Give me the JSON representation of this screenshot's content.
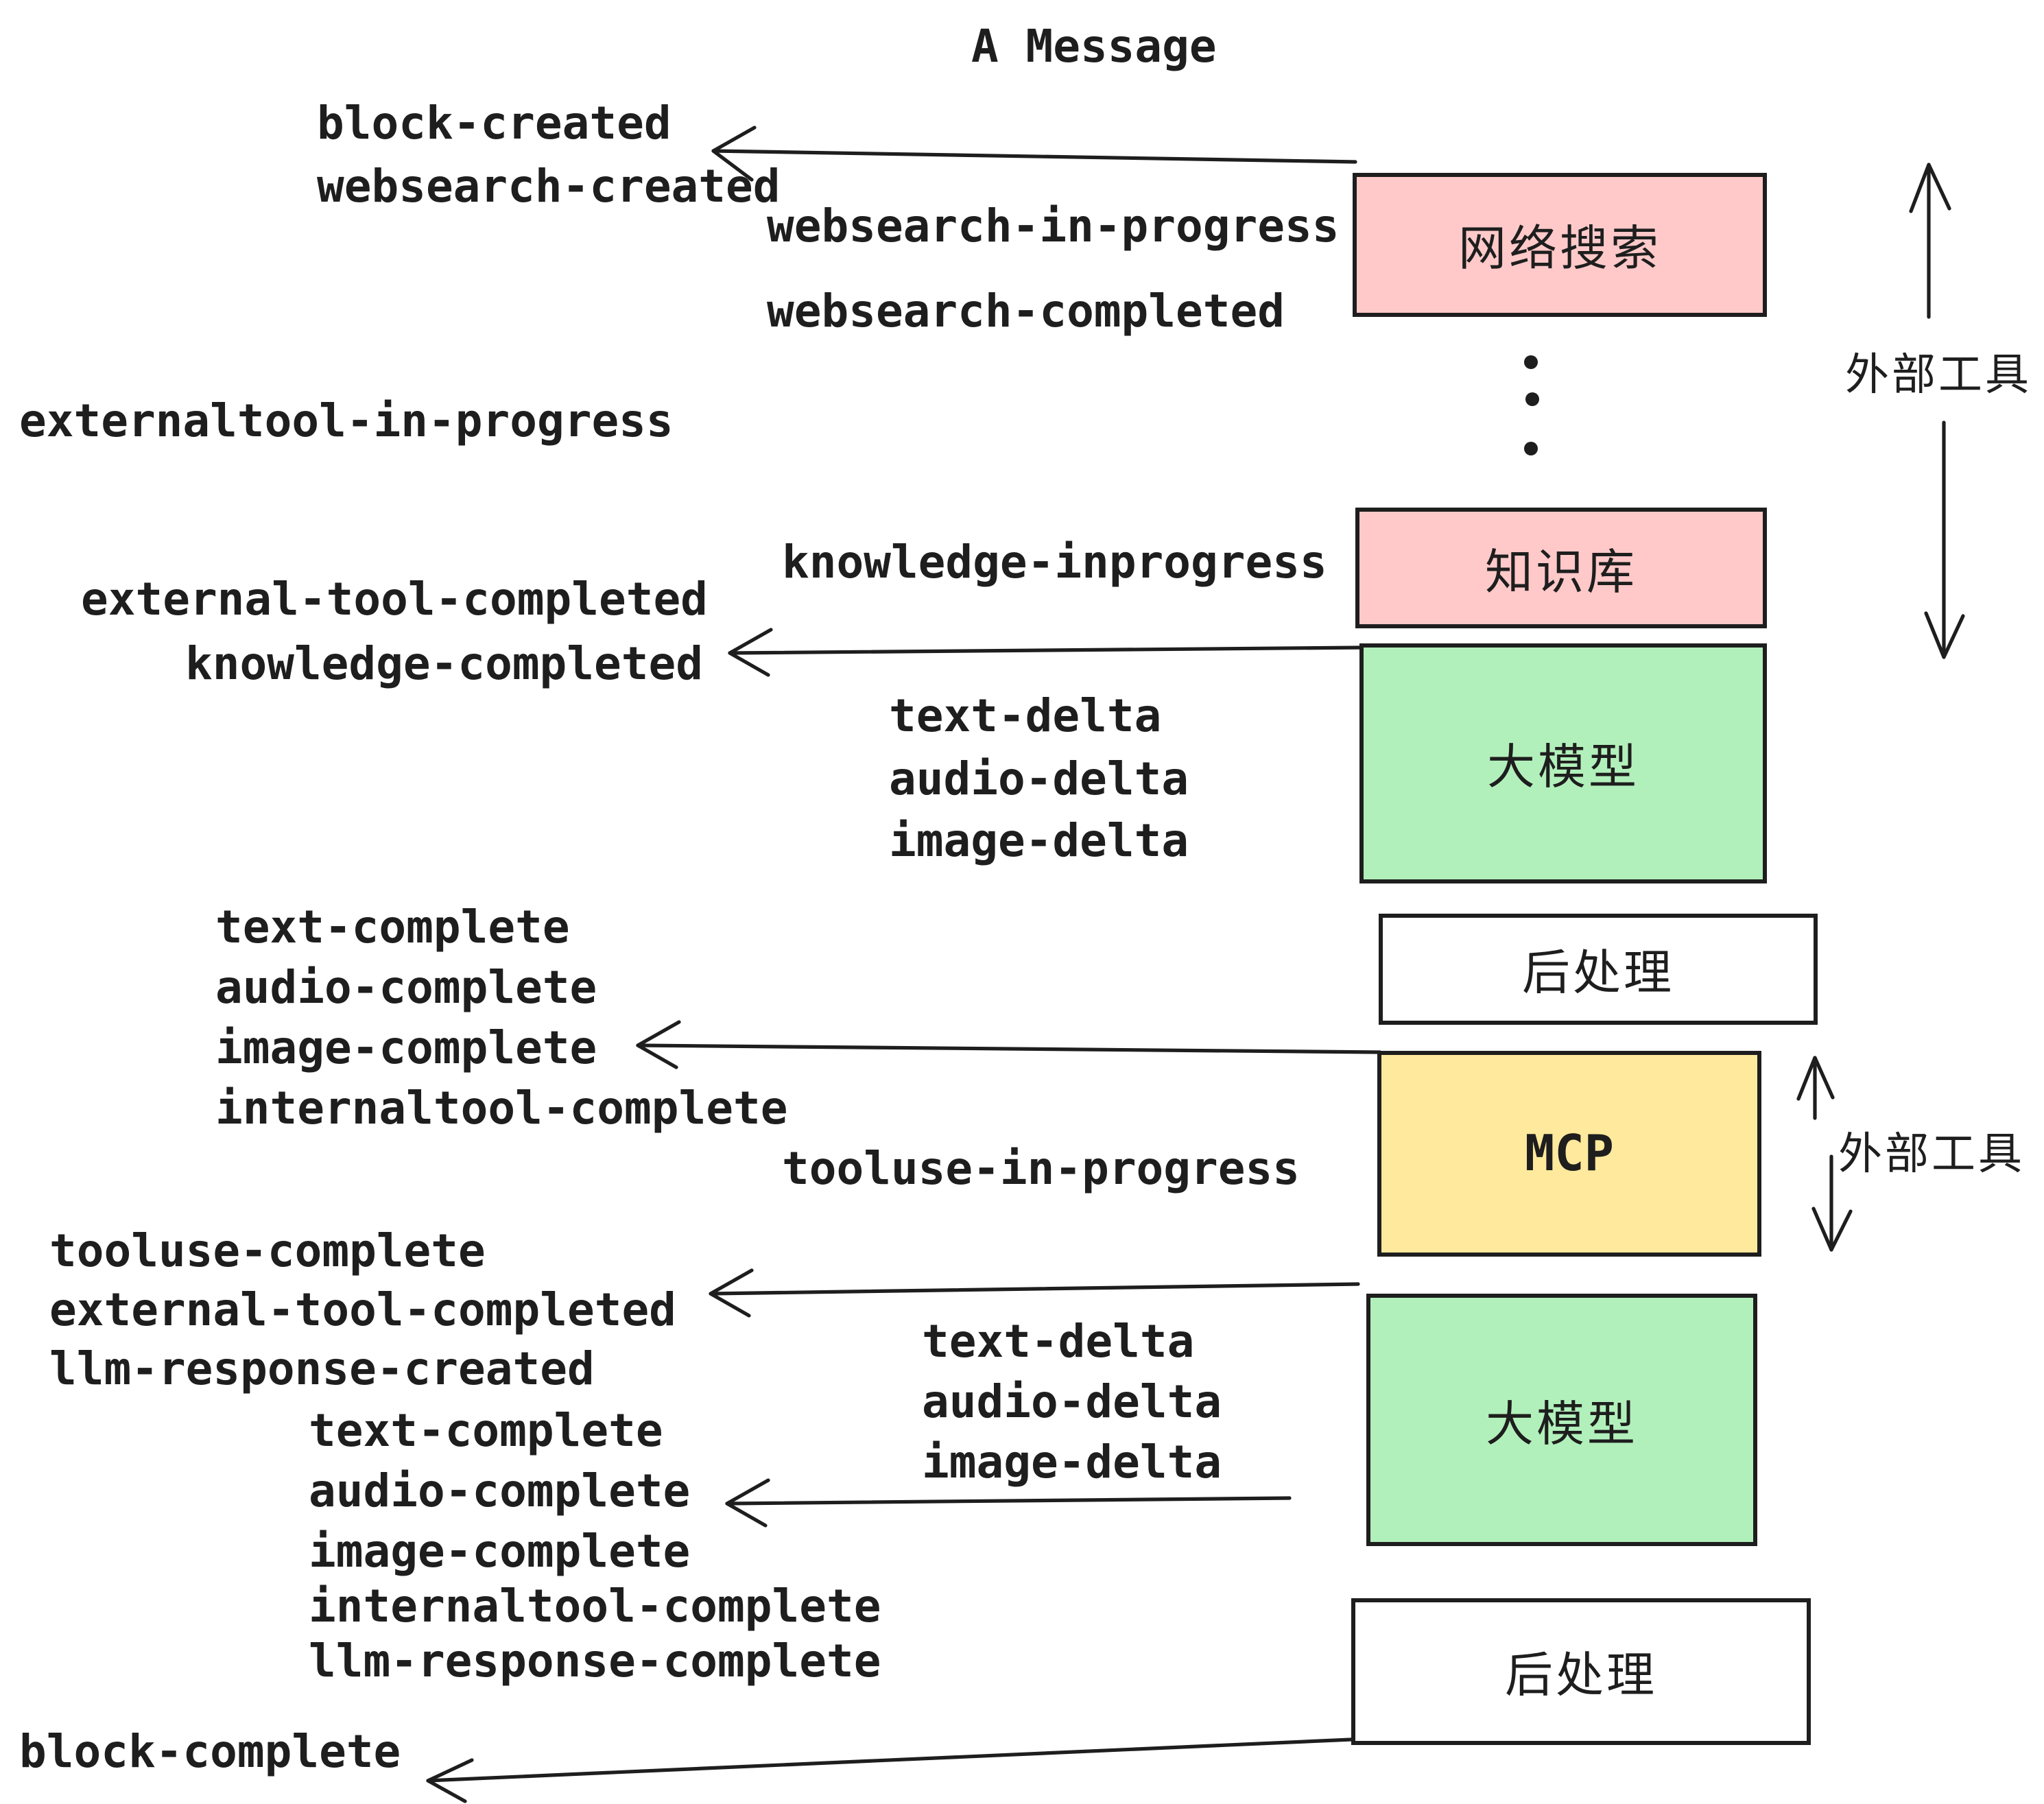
{
  "title": "A Message",
  "colors": {
    "border": "#1e1e1e",
    "arrow": "#1e1e1e",
    "pink": "#ffc9c9",
    "green": "#b2f0bb",
    "yellow": "#ffe99c",
    "white": "#ffffff"
  },
  "boxes": [
    {
      "id": "websearch",
      "label": "网络搜索",
      "fill": "#ffc9c9"
    },
    {
      "id": "knowledge",
      "label": "知识库",
      "fill": "#ffc9c9"
    },
    {
      "id": "llm-1",
      "label": "大模型",
      "fill": "#b2f0bb"
    },
    {
      "id": "postprocess-1",
      "label": "后处理",
      "fill": "#ffffff"
    },
    {
      "id": "mcp",
      "label": "MCP",
      "fill": "#ffe99c"
    },
    {
      "id": "llm-2",
      "label": "大模型",
      "fill": "#b2f0bb"
    },
    {
      "id": "postprocess-2",
      "label": "后处理",
      "fill": "#ffffff"
    }
  ],
  "side_labels": [
    {
      "id": "external-tools-top",
      "text": "外部工具"
    },
    {
      "id": "external-tools-mid",
      "text": "外部工具"
    }
  ],
  "event_labels": [
    {
      "id": "block-created",
      "text": "block-created"
    },
    {
      "id": "websearch-created",
      "text": "websearch-created"
    },
    {
      "id": "websearch-in-progress",
      "text": "websearch-in-progress"
    },
    {
      "id": "websearch-completed",
      "text": "websearch-completed"
    },
    {
      "id": "externaltool-in-progress",
      "text": "externaltool-in-progress"
    },
    {
      "id": "knowledge-inprogress",
      "text": "knowledge-inprogress"
    },
    {
      "id": "external-tool-completed-1",
      "text": "external-tool-completed"
    },
    {
      "id": "knowledge-completed",
      "text": "knowledge-completed"
    },
    {
      "id": "text-delta-1",
      "text": "text-delta"
    },
    {
      "id": "audio-delta-1",
      "text": "audio-delta"
    },
    {
      "id": "image-delta-1",
      "text": "image-delta"
    },
    {
      "id": "text-complete-1",
      "text": "text-complete"
    },
    {
      "id": "audio-complete-1",
      "text": "audio-complete"
    },
    {
      "id": "image-complete-1",
      "text": "image-complete"
    },
    {
      "id": "internaltool-complete-1",
      "text": "internaltool-complete"
    },
    {
      "id": "tooluse-in-progress",
      "text": "tooluse-in-progress"
    },
    {
      "id": "tooluse-complete",
      "text": "tooluse-complete"
    },
    {
      "id": "external-tool-completed-2",
      "text": "external-tool-completed"
    },
    {
      "id": "llm-response-created",
      "text": "llm-response-created"
    },
    {
      "id": "text-complete-2",
      "text": "text-complete"
    },
    {
      "id": "audio-complete-2",
      "text": "audio-complete"
    },
    {
      "id": "image-complete-2",
      "text": "image-complete"
    },
    {
      "id": "internaltool-complete-2",
      "text": "internaltool-complete"
    },
    {
      "id": "llm-response-complete",
      "text": "llm-response-complete"
    },
    {
      "id": "block-complete",
      "text": "block-complete"
    },
    {
      "id": "text-delta-2",
      "text": "text-delta"
    },
    {
      "id": "audio-delta-2",
      "text": "audio-delta"
    },
    {
      "id": "image-delta-2",
      "text": "image-delta"
    }
  ]
}
